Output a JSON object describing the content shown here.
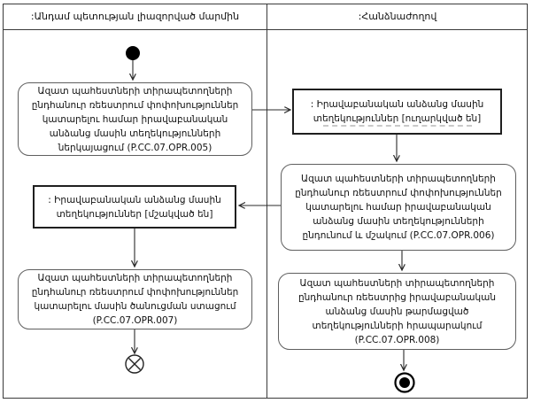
{
  "diagram": {
    "type": "uml-activity-diagram",
    "lanes": [
      {
        "title": ":Անդամ պետության լիազորված մարմին"
      },
      {
        "title": ":Հանձնաժողով"
      }
    ],
    "nodes": {
      "action_005": {
        "kind": "action",
        "label": "Ազատ պահեստների տիրապետողների ընդհանուր ռեեստրում փոփոխություններ կատարելու համար իրավաբանական անձանց մասին տեղեկությունների ներկայացում (P.CC.07.OPR.005)"
      },
      "object_sent": {
        "kind": "object",
        "label": ": Իրավաբանական անձանց մասին տեղեկություններ [ուղարկված են]"
      },
      "action_006": {
        "kind": "action",
        "label": "Ազատ պահեստների տիրապետողների ընդհանուր ռեեստրում փոփոխություններ կատարելու համար իրավաբանական անձանց մասին տեղեկությունների ընդունում և մշակում (P.CC.07.OPR.006)"
      },
      "object_processed": {
        "kind": "object",
        "label": ": Իրավաբանական անձանց մասին տեղեկություններ [մշակված են]"
      },
      "action_007": {
        "kind": "action",
        "label": "Ազատ պահեստների տիրապետողների ընդհանուր ռեեստրում փոփոխություններ կատարելու մասին ծանուցման ստացում (P.CC.07.OPR.007)"
      },
      "action_008": {
        "kind": "action",
        "label": "Ազատ պահեստների տիրապետողների ընդհանուր ռեեստրից իրավաբանական անձանց մասին թարմացված տեղեկությունների հրապարակում (P.CC.07.OPR.008)"
      },
      "initial_node": {
        "kind": "initial"
      },
      "flow_final_node": {
        "kind": "flow-final"
      },
      "activity_final_node": {
        "kind": "activity-final"
      }
    },
    "colors": {
      "background": "#ffffff",
      "frame_border": "#3a3a3a",
      "action_border": "#5f5f5f",
      "object_border": "#1f1f1f",
      "connector": "#2b2b2b",
      "text": "#111111"
    }
  }
}
